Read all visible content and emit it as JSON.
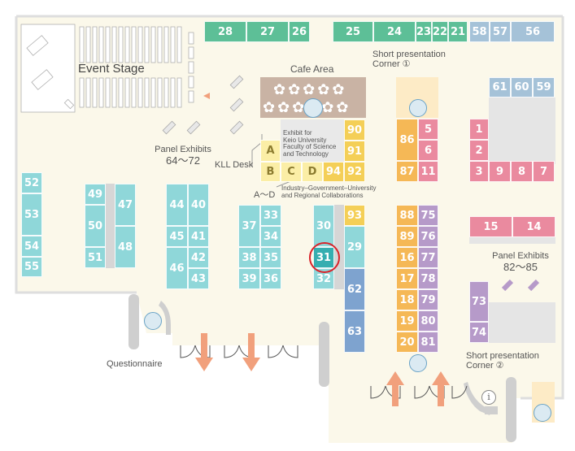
{
  "labels": {
    "event_stage": "Event Stage",
    "cafe_area": "Cafe Area",
    "short_pres_1": [
      "Short presentation",
      "Corner ①"
    ],
    "short_pres_2": [
      "Short presentation",
      "Corner ②"
    ],
    "panel_64_72": [
      "Panel Exhibits",
      "64～72"
    ],
    "panel_82_85": [
      "Panel Exhibits",
      "82～85"
    ],
    "kll_desk": "KLL Desk",
    "keio_exhibit": [
      "Exhibit for",
      "Keio University",
      "Faculty of Science",
      "and Technology"
    ],
    "a_d": "A～D",
    "industry": [
      "Industry–Government–University",
      "and Regional Collaborations"
    ],
    "questionnaire": "Questionnaire"
  },
  "booths": {
    "b28": "28",
    "b27": "27",
    "b26": "26",
    "b25": "25",
    "b24": "24",
    "b23": "23",
    "b22": "22",
    "b21": "21",
    "b58": "58",
    "b57": "57",
    "b56": "56",
    "b61": "61",
    "b60": "60",
    "b59": "59",
    "b1": "1",
    "b2": "2",
    "b3": "3",
    "b9": "9",
    "b8": "8",
    "b7": "7",
    "b5": "5",
    "b6": "6",
    "b11": "11",
    "b86": "86",
    "b87": "87",
    "b90": "90",
    "b91": "91",
    "b92": "92",
    "b94": "94",
    "bA": "A",
    "bB": "B",
    "bC": "C",
    "bD": "D",
    "b15": "15",
    "b14": "14",
    "b52": "52",
    "b53": "53",
    "b54": "54",
    "b55": "55",
    "b49": "49",
    "b50": "50",
    "b51": "51",
    "b47": "47",
    "b48": "48",
    "b44": "44",
    "b40": "40",
    "b45": "45",
    "b41": "41",
    "b46": "46",
    "b42": "42",
    "b43": "43",
    "b37": "37",
    "b33": "33",
    "b34": "34",
    "b38": "38",
    "b35": "35",
    "b39": "39",
    "b36": "36",
    "b30": "30",
    "b31": "31",
    "b32": "32",
    "b29": "29",
    "b93": "93",
    "b62": "62",
    "b63": "63",
    "b88": "88",
    "b75": "75",
    "b89": "89",
    "b76": "76",
    "b16": "16",
    "b77": "77",
    "b17": "17",
    "b78": "78",
    "b18": "18",
    "b79": "79",
    "b19": "19",
    "b80": "80",
    "b20": "20",
    "b81": "81",
    "b73": "73",
    "b74": "74"
  },
  "highlighted_booth": "31",
  "colors": {
    "floor": "#fbf8ea",
    "green": "#5dbf97",
    "blue_gray": "#a5c2d8",
    "teal": "#8fd7d9",
    "yellow": "#f4cf57",
    "orange": "#f5b856",
    "pink": "#ea8a9f",
    "purple": "#b69ac9",
    "dark_blue": "#7ea3cf",
    "highlight_ring": "#d9232a",
    "cafe": "#c9b3a4",
    "arrow": "#f1a07c"
  },
  "icons": [
    "monitor-icon",
    "info-icon",
    "arrow-icon",
    "star-icon"
  ]
}
